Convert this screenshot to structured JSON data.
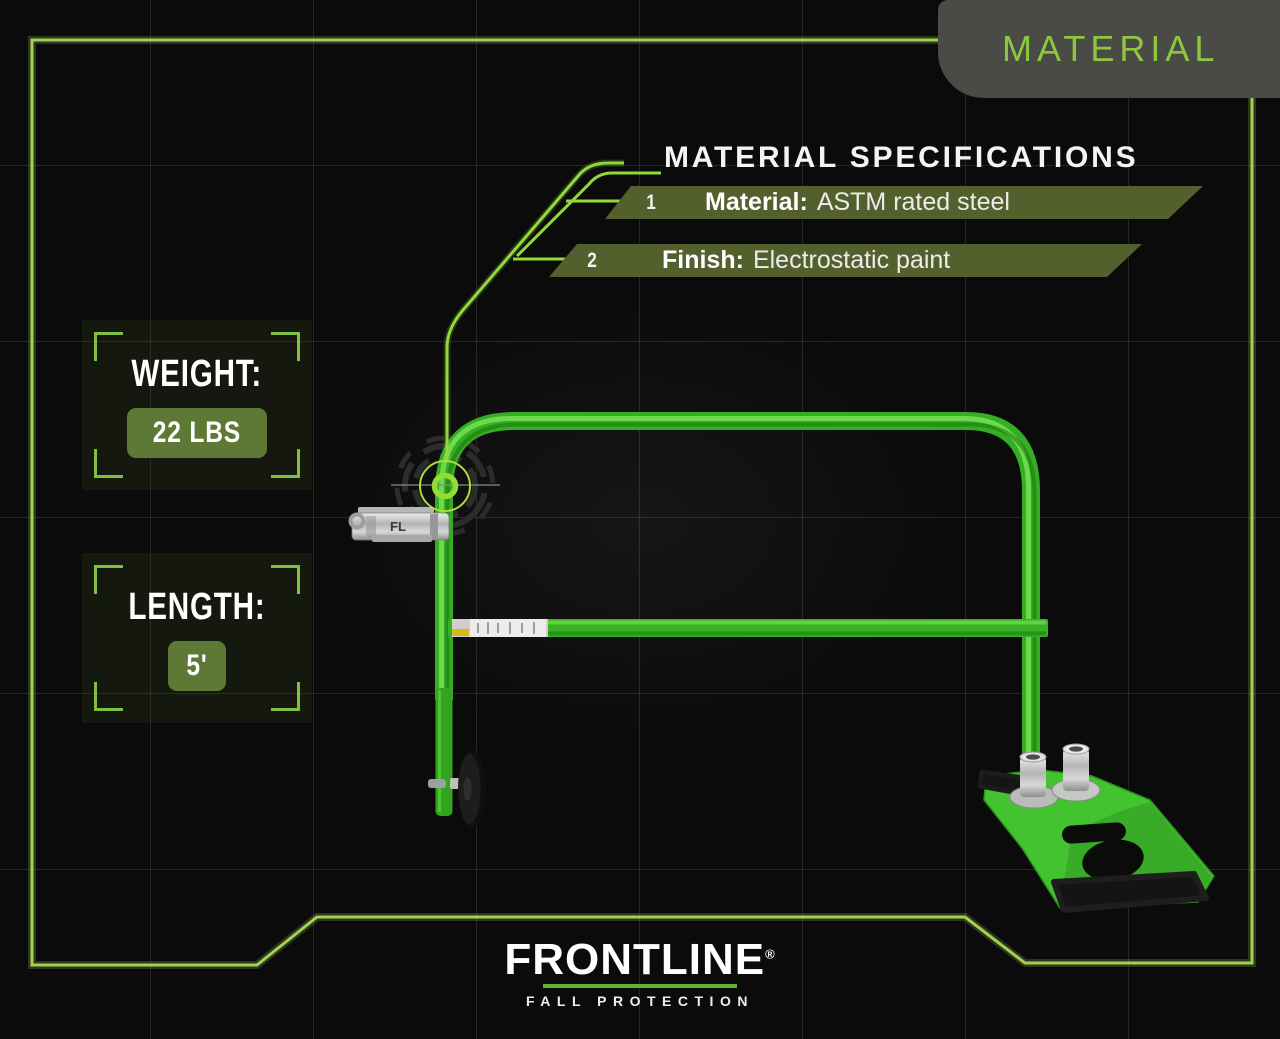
{
  "badge": {
    "label": "MATERIAL"
  },
  "header": {
    "title": "MATERIAL SPECIFICATIONS"
  },
  "specs": [
    {
      "num": "1",
      "label": "Material:",
      "value": "ASTM rated steel"
    },
    {
      "num": "2",
      "label": "Finish:",
      "value": "Electrostatic paint"
    }
  ],
  "metrics": [
    {
      "label": "WEIGHT:",
      "value": "22 LBS"
    },
    {
      "label": "LENGTH:",
      "value": "5'"
    }
  ],
  "product": {
    "latch_marking": "FL"
  },
  "logo": {
    "name": "FRONTLINE",
    "registered": "®",
    "tagline": "FALL PROTECTION"
  },
  "colors": {
    "background": "#0a0b0a",
    "accent_green": "#8dc63f",
    "frame_green": "#a3d155",
    "trace_green": "#93d93a",
    "bar_olive": "#545f2e",
    "value_badge_olive": "#5e7936",
    "tab_gray": "#4a4a47",
    "product_green": "#3cb926"
  }
}
